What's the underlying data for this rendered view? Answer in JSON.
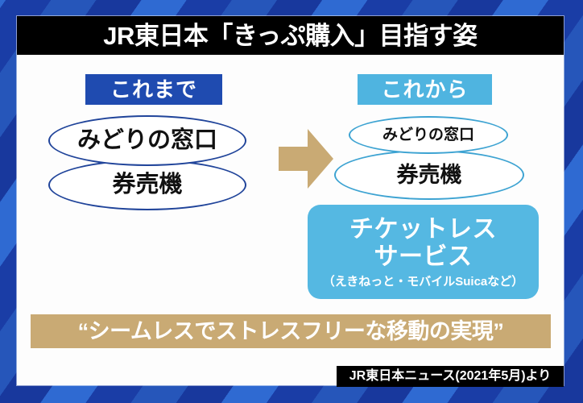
{
  "title": {
    "text": "JR東日本「きっぷ購入」目指す姿"
  },
  "columns": {
    "before": {
      "header": "これまで",
      "items": [
        {
          "label": "みどりの窓口"
        },
        {
          "label": "券売機"
        }
      ]
    },
    "after": {
      "header": "これから",
      "items": [
        {
          "label": "みどりの窓口"
        },
        {
          "label": "券売機"
        }
      ],
      "highlight": {
        "line1": "チケットレス",
        "line2": "サービス",
        "note": "（えきねっと・モバイルSuicaなど）"
      }
    }
  },
  "arrow": {
    "icon": "right-arrow-icon"
  },
  "slogan": {
    "text": "“シームレスでストレスフリーな移動の実現”"
  },
  "source": {
    "text": "JR東日本ニュース(2021年5月)より"
  },
  "colors": {
    "background_dark_blue": "#1a3da6",
    "background_light_blue": "#2f6ad2",
    "title_bar": "#000000",
    "chip_before": "#1f4bb0",
    "chip_after": "#4fb4e0",
    "ellipse_before_stroke": "#20449a",
    "ellipse_after_stroke": "#3da3d2",
    "ticketless_box": "#55b8e2",
    "arrow": "#c9aa74",
    "slogan_banner": "#c9aa74",
    "card": "#fdfdfd"
  }
}
